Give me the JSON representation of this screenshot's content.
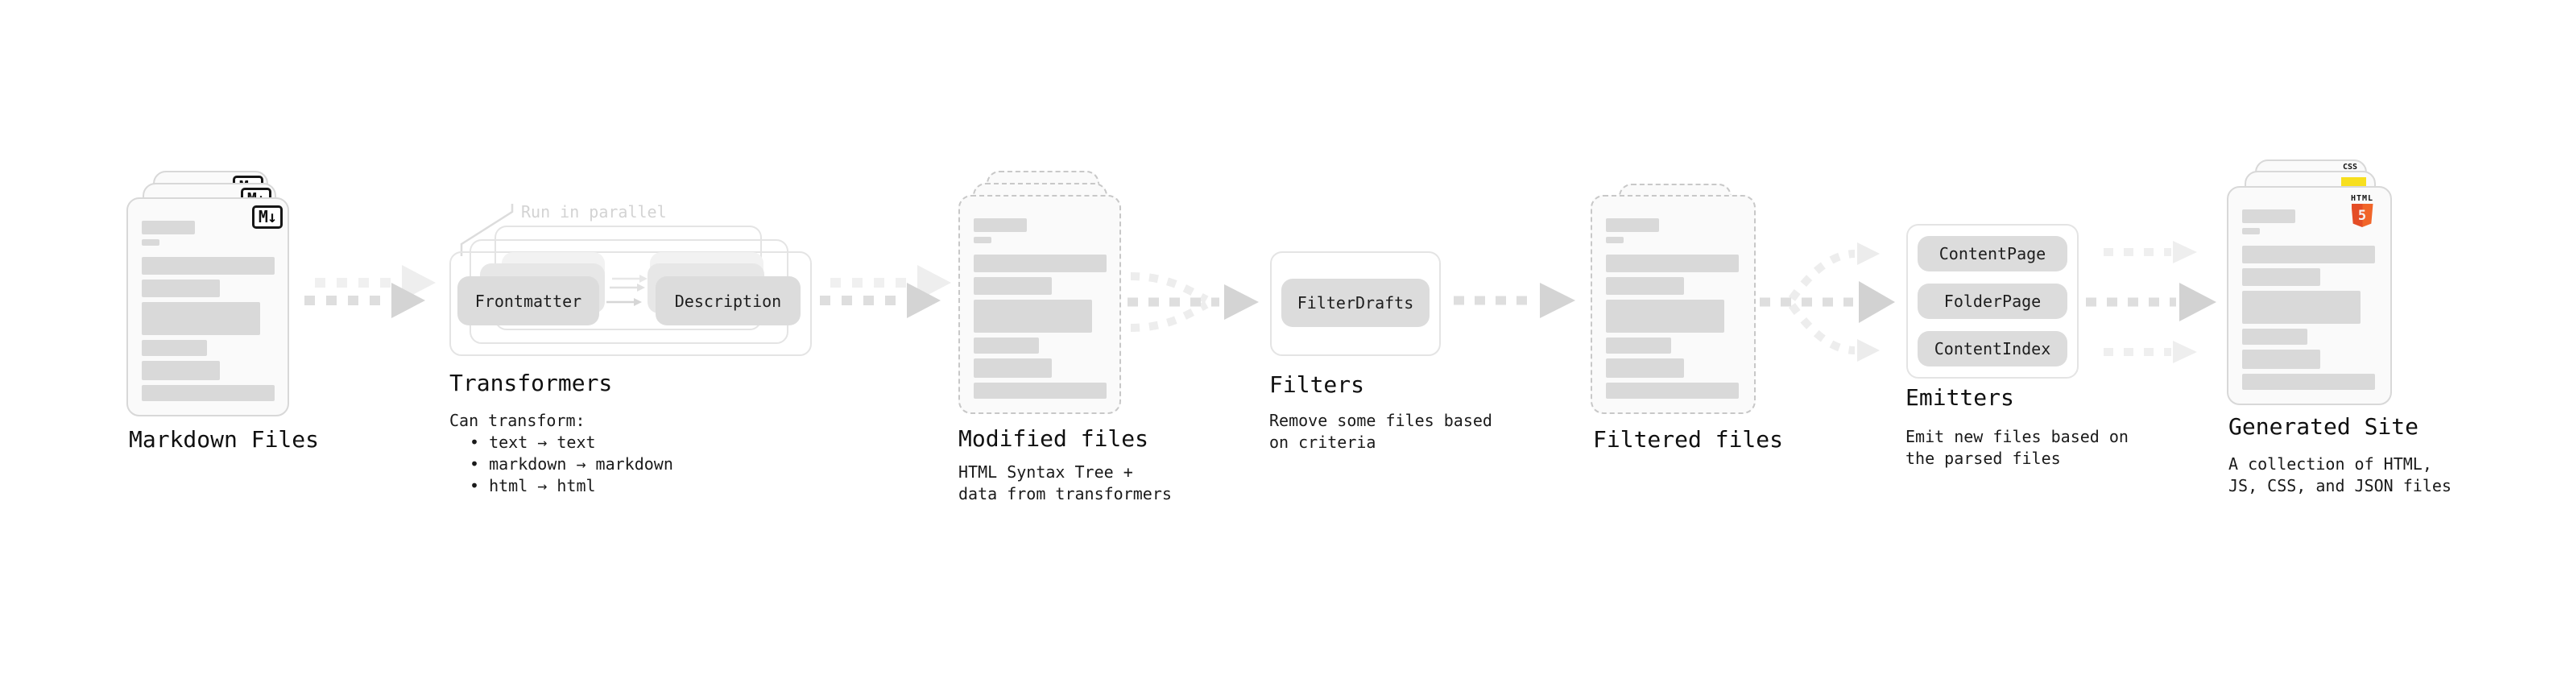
{
  "stages": {
    "markdown": {
      "title": "Markdown Files",
      "badge": "M↓"
    },
    "transformers": {
      "title": "Transformers",
      "note": "Run in parallel",
      "node_left": "Frontmatter",
      "node_right": "Description",
      "desc_heading": "Can transform:",
      "bullets": [
        "• text → text",
        "• markdown → markdown",
        "• html → html"
      ]
    },
    "modified": {
      "title": "Modified files",
      "desc": [
        "HTML Syntax Tree +",
        "data from transformers"
      ]
    },
    "filters": {
      "title": "Filters",
      "node": "FilterDrafts",
      "desc": [
        "Remove some files based",
        "on criteria"
      ]
    },
    "filtered": {
      "title": "Filtered files"
    },
    "emitters": {
      "title": "Emitters",
      "nodes": [
        "ContentPage",
        "FolderPage",
        "ContentIndex"
      ],
      "desc": [
        "Emit new files based on",
        "the parsed files"
      ]
    },
    "generated": {
      "title": "Generated Site",
      "desc": [
        "A collection of HTML,",
        "JS, CSS, and JSON files"
      ],
      "html_badge_label": "HTML",
      "html_badge_number": "5",
      "css_badge_label": "CSS"
    }
  },
  "colors": {
    "html5_orange": "#e44d26",
    "js_yellow": "#f7df1e",
    "css_blue": "#2965f1",
    "bar_gray": "#d9d9d9",
    "node_gray": "#dcdcdc",
    "arrow_gray": "#d2d2d2",
    "arrow_light_gray": "#efefef",
    "note_gray": "#d3d3d3",
    "text": "#141414"
  }
}
